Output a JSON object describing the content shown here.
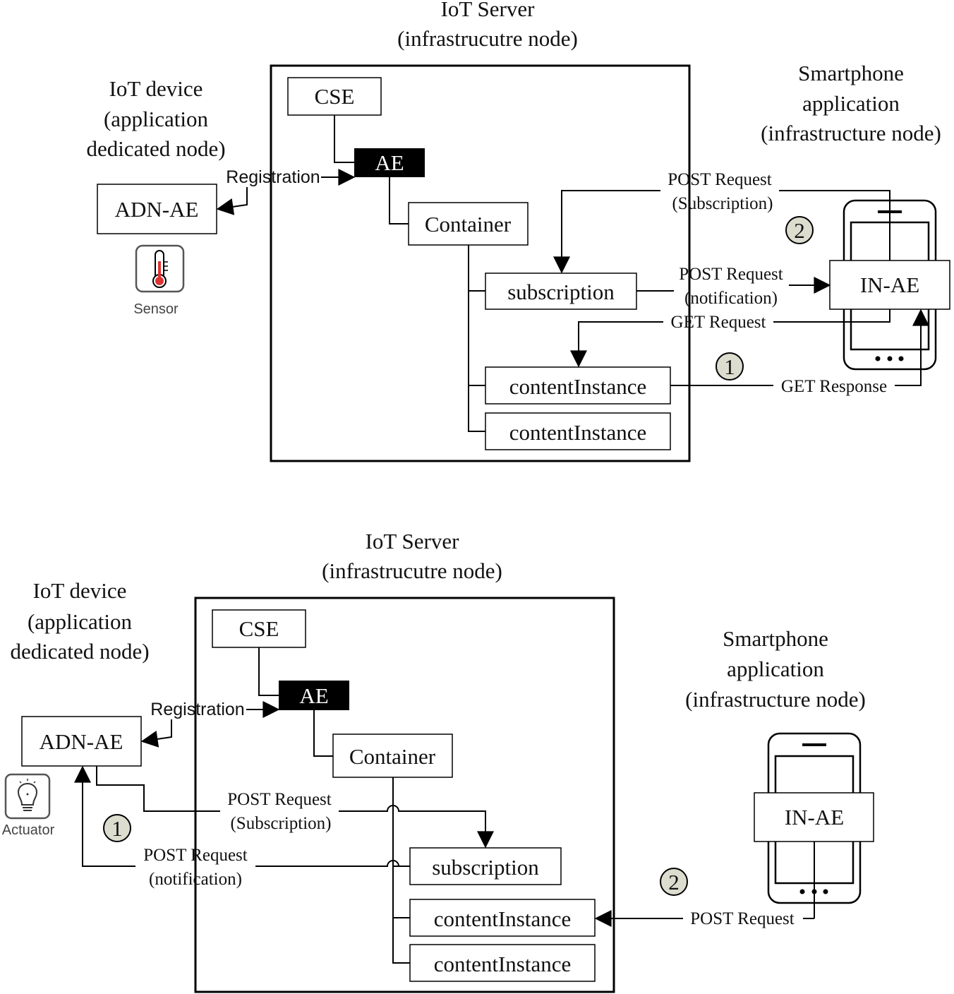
{
  "top": {
    "server": {
      "title": "IoT Server",
      "subtitle": "(infrastrucutre node)"
    },
    "device": {
      "line1": "IoT device",
      "line2": "(application",
      "line3": "dedicated node)"
    },
    "phone": {
      "line1": "Smartphone",
      "line2": "application",
      "line3": "(infrastructure node)"
    },
    "nodes": {
      "cse": "CSE",
      "ae": "AE",
      "container": "Container",
      "subscription": "subscription",
      "content1": "contentInstance",
      "content2": "contentInstance",
      "adn": "ADN-AE",
      "in_ae": "IN-AE"
    },
    "labels": {
      "registration": "Registration",
      "post_sub_1": "POST Request",
      "post_sub_2": "(Subscription)",
      "post_notif_1": "POST Request",
      "post_notif_2": "(notification)",
      "get_request": "GET Request",
      "get_response": "GET Response"
    },
    "device_icon": {
      "icon": "thermometer-icon",
      "label": "Sensor"
    },
    "steps": {
      "a": "1",
      "b": "2"
    }
  },
  "bottom": {
    "server": {
      "title": "IoT Server",
      "subtitle": "(infrastrucutre node)"
    },
    "device": {
      "line1": "IoT device",
      "line2": "(application",
      "line3": "dedicated node)"
    },
    "phone": {
      "line1": "Smartphone",
      "line2": "application",
      "line3": "(infrastructure node)"
    },
    "nodes": {
      "cse": "CSE",
      "ae": "AE",
      "container": "Container",
      "subscription": "subscription",
      "content1": "contentInstance",
      "content2": "contentInstance",
      "adn": "ADN-AE",
      "in_ae": "IN-AE"
    },
    "labels": {
      "registration": "Registration",
      "post_sub_1": "POST Request",
      "post_sub_2": "(Subscription)",
      "post_notif_1": "POST Request",
      "post_notif_2": "(notification)",
      "post_request": "POST Request"
    },
    "device_icon": {
      "icon": "lightbulb-icon",
      "label": "Actuator"
    },
    "steps": {
      "a": "1",
      "b": "2"
    }
  },
  "colors": {
    "line": "#000000",
    "ae_fill": "#000000",
    "badge_fill": "#dcdccf"
  }
}
